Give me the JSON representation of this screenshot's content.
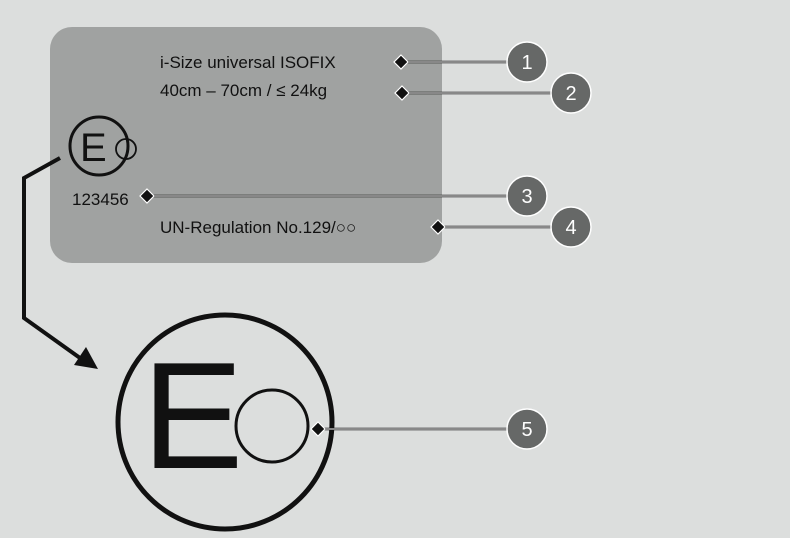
{
  "label": {
    "line1": "i-Size universal ISOFIX",
    "line2": "40cm – 70cm  / ≤ 24kg",
    "approval_number": "123456",
    "regulation": "UN-Regulation  No.129/○○",
    "mark_letter": "E"
  },
  "callouts": [
    "1",
    "2",
    "3",
    "4",
    "5"
  ],
  "colors": {
    "background": "#dcdedd",
    "label_panel": "#a0a2a1",
    "callout_circle": "#666867",
    "ink": "#111111"
  }
}
